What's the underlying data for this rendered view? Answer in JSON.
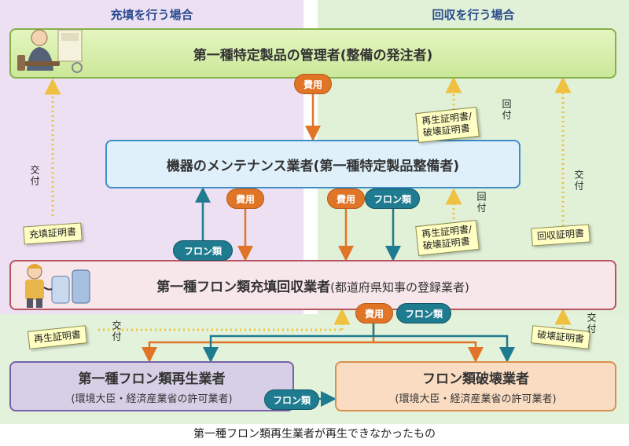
{
  "zones": {
    "left_title": "充填を行う場合",
    "right_title": "回収を行う場合"
  },
  "nodes": {
    "owner": "第一種特定製品の管理者(整備の発注者)",
    "maintenance": "機器のメンテナンス業者(第一種特定製品整備者)",
    "fill_recovery_main": "第一種フロン類充填回収業者",
    "fill_recovery_suffix": "(都道府県知事の登録業者)",
    "regenerator_main": "第一種フロン類再生業者",
    "regenerator_sub": "(環境大臣・経済産業省の許可業者)",
    "destroyer_main": "フロン類破壊業者",
    "destroyer_sub": "(環境大臣・経済産業省の許可業者)"
  },
  "pills": {
    "fee": "費用",
    "freon": "フロン類"
  },
  "certificates": {
    "fill": "充填証明書",
    "regen_destroy_line1": "再生証明書/",
    "regen_destroy_line2": "破壊証明書",
    "recovery": "回収証明書",
    "regen": "再生証明書",
    "destroy": "破壊証明書"
  },
  "labels": {
    "issue": "交付",
    "return": "回付"
  },
  "caption": "第一種フロン類再生業者が再生できなかったもの",
  "colors": {
    "fee_orange": "#e07528",
    "freon_teal": "#1f7b8f",
    "dotted_yellow": "#f0c040"
  }
}
